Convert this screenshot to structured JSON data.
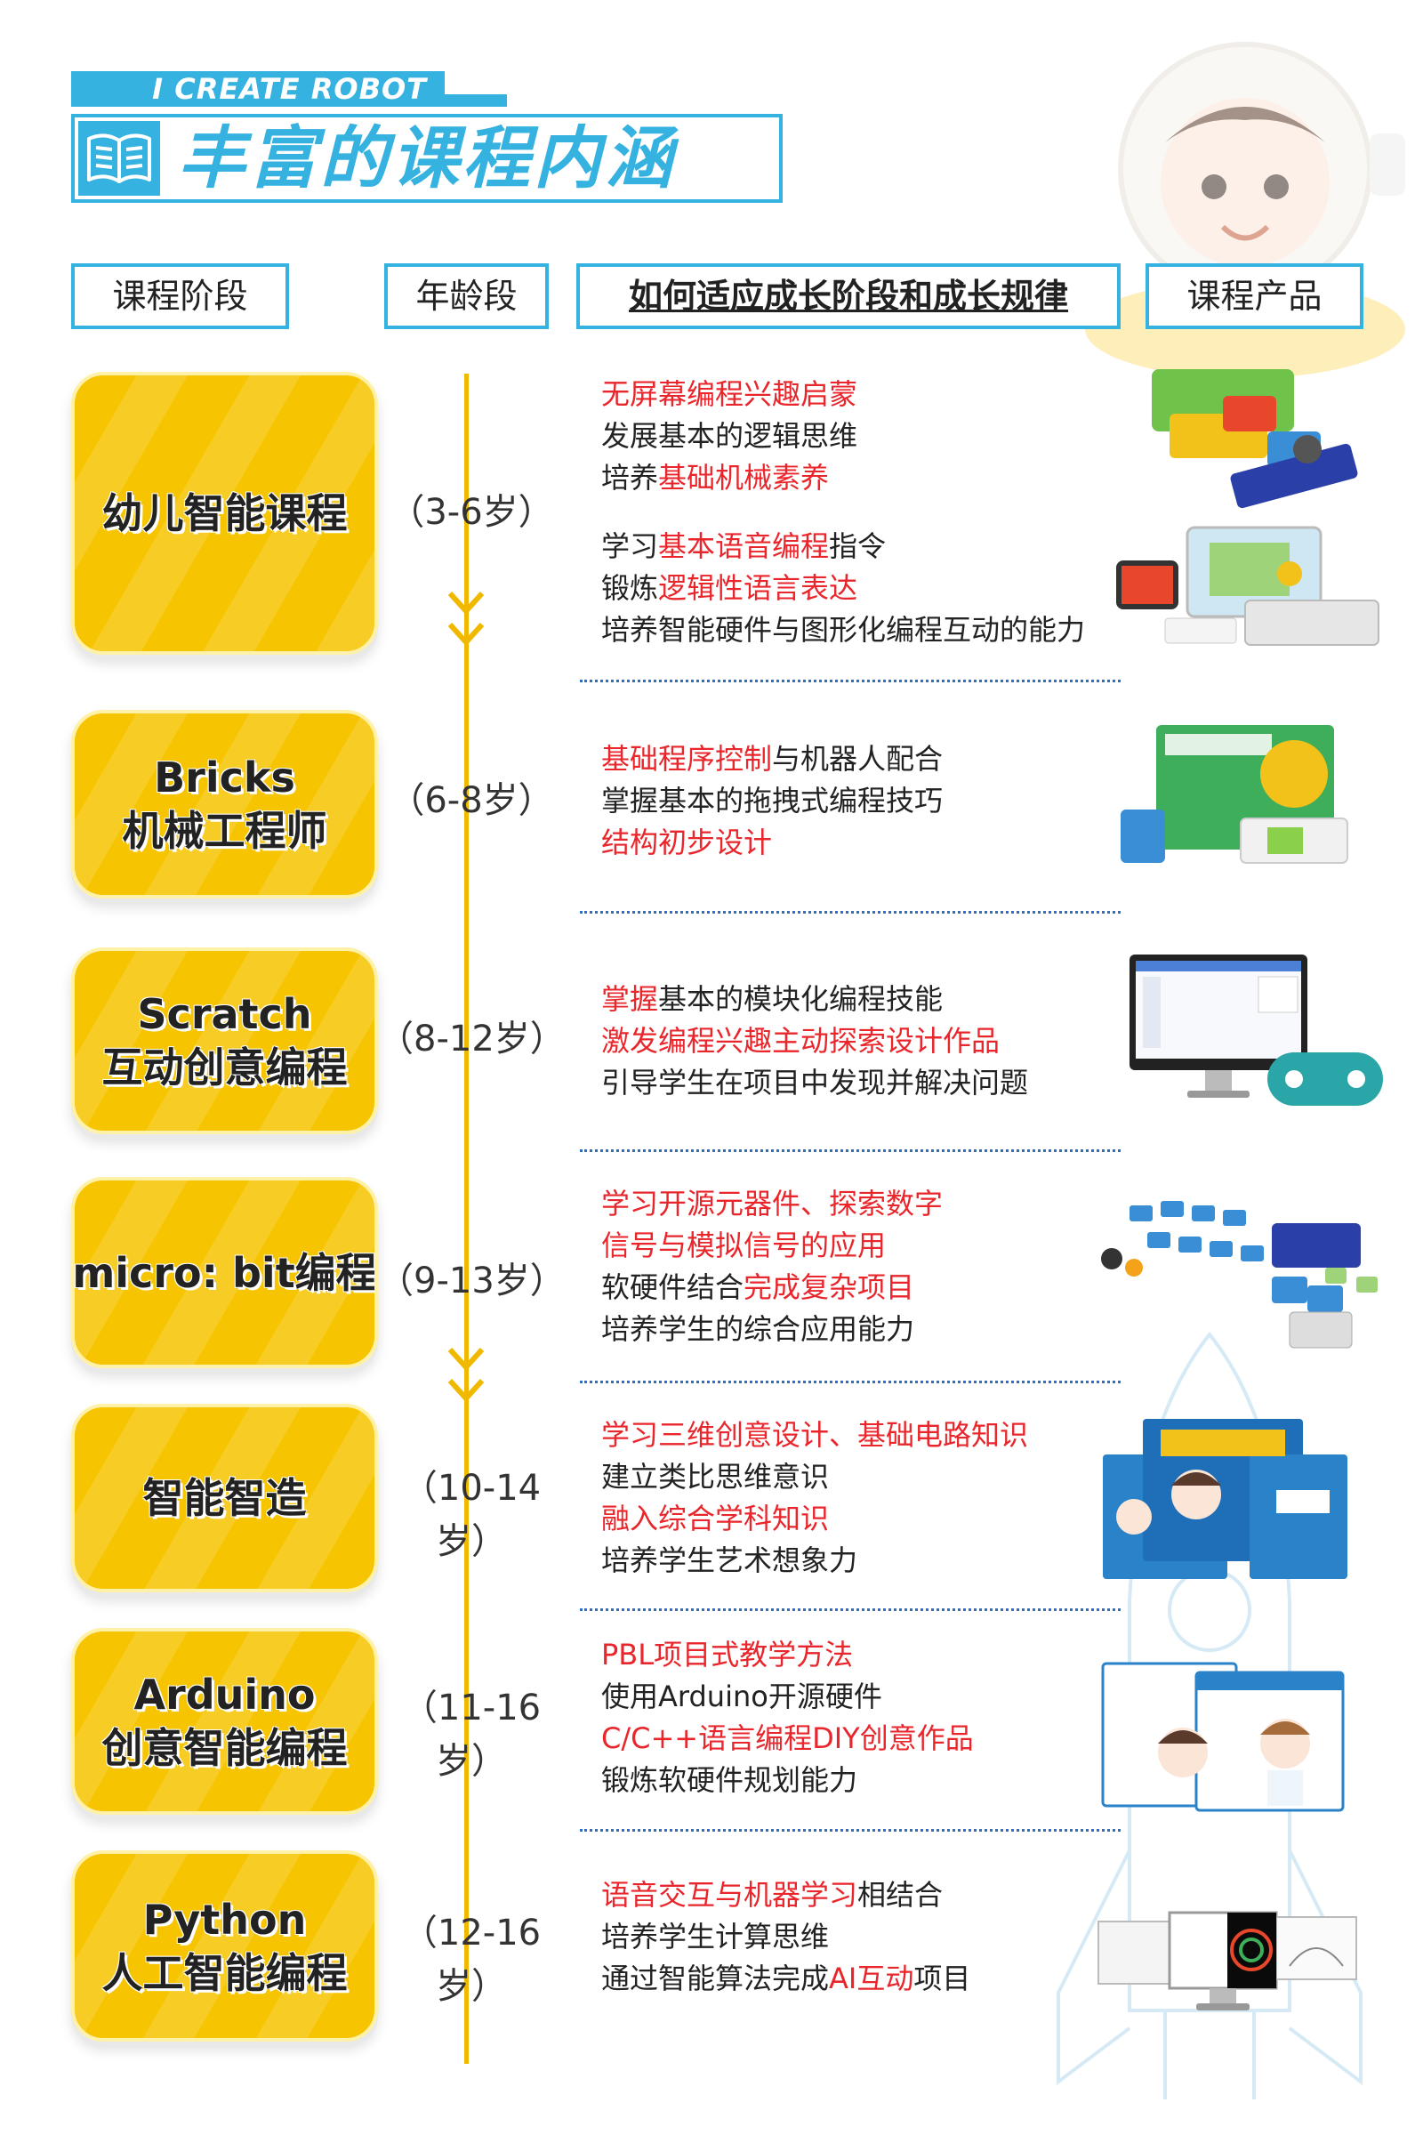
{
  "header": {
    "brand": "I CREATE ROBOT",
    "title": "丰富的课程内涵"
  },
  "columns": {
    "stage": "课程阶段",
    "age": "年龄段",
    "how": "如何适应成长阶段和成长规律",
    "product": "课程产品"
  },
  "stages": [
    {
      "title_lines": [
        "幼儿智能课程"
      ],
      "age": "（3-6岁）",
      "desc": [
        [
          {
            "t": "无屏幕编程兴趣启蒙",
            "red": true
          }
        ],
        [
          {
            "t": "发展基本的逻辑思维",
            "red": false
          }
        ],
        [
          {
            "t": "培养",
            "red": false
          },
          {
            "t": "基础机械素养",
            "red": true
          }
        ],
        [],
        [
          {
            "t": "学习",
            "red": false
          },
          {
            "t": "基本语音编程",
            "red": true
          },
          {
            "t": "指令",
            "red": false
          }
        ],
        [
          {
            "t": "锻炼",
            "red": false
          },
          {
            "t": "逻辑性语言表达",
            "red": true
          }
        ],
        [
          {
            "t": "培养智能硬件与图形化编程互动的能力",
            "red": false
          }
        ]
      ]
    },
    {
      "title_lines": [
        "Bricks",
        "机械工程师"
      ],
      "age": "（6-8岁）",
      "desc": [
        [
          {
            "t": "基础程序控制",
            "red": true
          },
          {
            "t": "与机器人配合",
            "red": false
          }
        ],
        [
          {
            "t": "掌握基本的拖拽式编程技巧",
            "red": false
          }
        ],
        [
          {
            "t": "结构初步设计",
            "red": true
          }
        ]
      ]
    },
    {
      "title_lines": [
        "Scratch",
        "互动创意编程"
      ],
      "age": "（8-12岁）",
      "desc": [
        [
          {
            "t": "掌握",
            "red": true
          },
          {
            "t": "基本的模块化编程技能",
            "red": false
          }
        ],
        [
          {
            "t": "激发编程兴趣主动探索设计作品",
            "red": true
          }
        ],
        [
          {
            "t": "引导学生在项目中发现并解决问题",
            "red": false
          }
        ]
      ]
    },
    {
      "title_lines": [
        "micro: bit编程"
      ],
      "age": "（9-13岁）",
      "desc": [
        [
          {
            "t": "学习开源元器件、探索数字",
            "red": true
          }
        ],
        [
          {
            "t": "信号与模拟信号的应用",
            "red": true
          }
        ],
        [
          {
            "t": "软硬件结合",
            "red": false
          },
          {
            "t": "完成复杂项目",
            "red": true
          }
        ],
        [
          {
            "t": "培养学生的综合应用能力",
            "red": false
          }
        ]
      ]
    },
    {
      "title_lines": [
        "智能智造"
      ],
      "age": "（10-14岁）",
      "desc": [
        [
          {
            "t": "学习三维创意设计、基础电路知识",
            "red": true
          }
        ],
        [
          {
            "t": "建立类比思维意识",
            "red": false
          }
        ],
        [
          {
            "t": "融入综合学科知识",
            "red": true
          }
        ],
        [
          {
            "t": "培养学生艺术想象力",
            "red": false
          }
        ]
      ]
    },
    {
      "title_lines": [
        "Arduino",
        "创意智能编程"
      ],
      "age": "（11-16岁）",
      "desc": [
        [
          {
            "t": "PBL项目式教学方法",
            "red": true
          }
        ],
        [
          {
            "t": "使用Arduino开源硬件",
            "red": false
          }
        ],
        [
          {
            "t": "C/C++语言编程DIY创意作品",
            "red": true
          }
        ],
        [
          {
            "t": "锻炼软硬件规划能力",
            "red": false
          }
        ]
      ]
    },
    {
      "title_lines": [
        "Python",
        "人工智能编程"
      ],
      "age": "（12-16岁）",
      "desc": [
        [
          {
            "t": "语音交互与机器学习",
            "red": true
          },
          {
            "t": "相结合",
            "red": false
          }
        ],
        [
          {
            "t": "培养学生计算思维",
            "red": false
          }
        ],
        [
          {
            "t": "通过智能算法完成",
            "red": false
          },
          {
            "t": "AI互动",
            "red": true
          },
          {
            "t": "项目",
            "red": false
          }
        ]
      ]
    }
  ],
  "colors": {
    "accent_blue": "#35b2e0",
    "card_yellow": "#f6c400",
    "timeline_yellow": "#f1b800",
    "highlight_red": "#e8262b",
    "divider_blue": "#2a6fc9"
  }
}
